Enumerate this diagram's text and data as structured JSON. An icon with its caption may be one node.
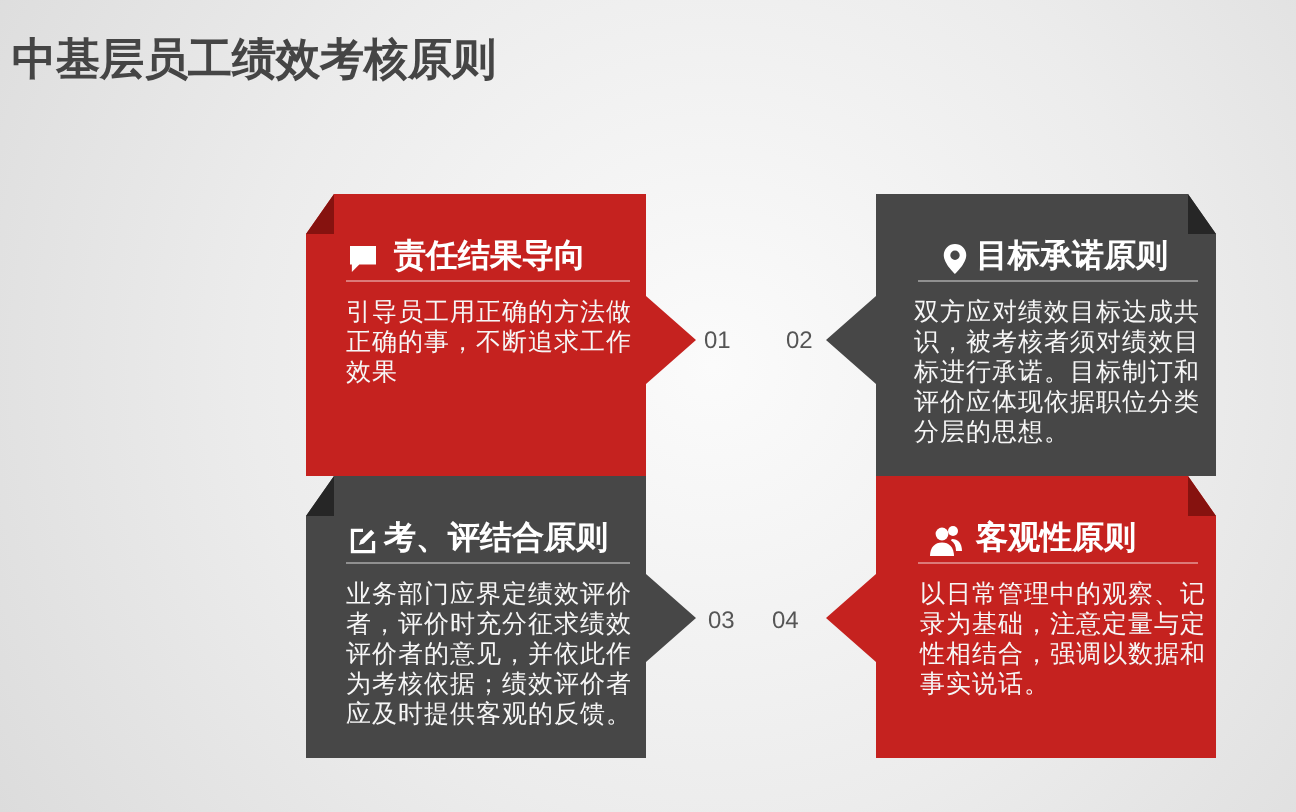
{
  "diagram": {
    "title": "中基层员工绩效考核原则",
    "nodes": [
      {
        "text": [
          "责任结果导向",
          "引导员工用正确的方法做正确的事，不断追求工作效果"
        ],
        "beside": [
          "01"
        ]
      },
      {
        "text": [
          "目标承诺原则",
          "双方应对绩效目标达成共识，被考核者须对绩效目标进行承诺。目标制订和评价应体现依据职位分类分层的思想。"
        ],
        "beside": [
          "02"
        ]
      },
      {
        "text": [
          "考、评结合原则",
          "业务部门应界定绩效评价者，评价时充分征求绩效评价者的意见，并依此作为考核依据；绩效评价者应及时提供客观的反馈。"
        ],
        "beside": [
          "03"
        ]
      },
      {
        "text": [
          "客观性原则",
          "以日常管理中的观察、记录为基础，注意定量与定性相结合，强调以数据和事实说话。"
        ],
        "beside": [
          "04"
        ]
      }
    ]
  }
}
